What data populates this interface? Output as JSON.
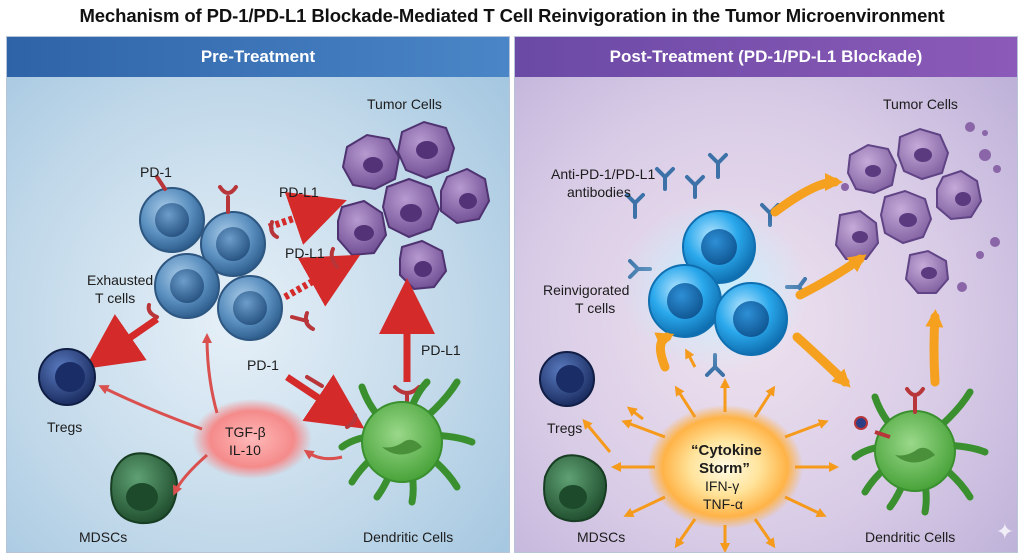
{
  "title": "Mechanism of PD-1/PD-L1 Blockade-Mediated T Cell Reinvigoration in the Tumor Microenvironment",
  "left_panel": {
    "header": "Pre-Treatment",
    "labels": {
      "tumor_cells": "Tumor Cells",
      "pd1_top": "PD-1",
      "pdl1_top": "PD-L1",
      "pdl1_mid": "PD-L1",
      "exhausted_l1": "Exhausted",
      "exhausted_l2": "T cells",
      "pd1_bottom": "PD-1",
      "pdl1_dc": "PD-L1",
      "tregs": "Tregs",
      "cytokine_l1": "TGF-β",
      "cytokine_l2": "IL-10",
      "mdscs": "MDSCs",
      "dendritic": "Dendritic Cells"
    }
  },
  "right_panel": {
    "header": "Post-Treatment (PD-1/PD-L1 Blockade)",
    "labels": {
      "tumor_cells": "Tumor Cells",
      "antibodies_l1": "Anti-PD-1/PD-L1",
      "antibodies_l2": "antibodies",
      "reinvigorated_l1": "Reinvigorated",
      "reinvigorated_l2": "T cells",
      "tregs": "Tregs",
      "storm_l1": "“Cytokine",
      "storm_l2": "Storm”",
      "storm_l3": "IFN-γ",
      "storm_l4": "TNF-α",
      "mdscs": "MDSCs",
      "dendritic": "Dendritic Cells"
    }
  },
  "colors": {
    "t_cell": "#4f86b8",
    "t_cell_active": "#2aa8ec",
    "tumor": "#8a66a8",
    "dendritic": "#4caf3c",
    "treg": "#263f7e",
    "mdsc": "#2f6a3f",
    "inhibit_arrow": "#d42a2a",
    "activate_arrow": "#f59a1b",
    "receptor": "#b8363a"
  }
}
